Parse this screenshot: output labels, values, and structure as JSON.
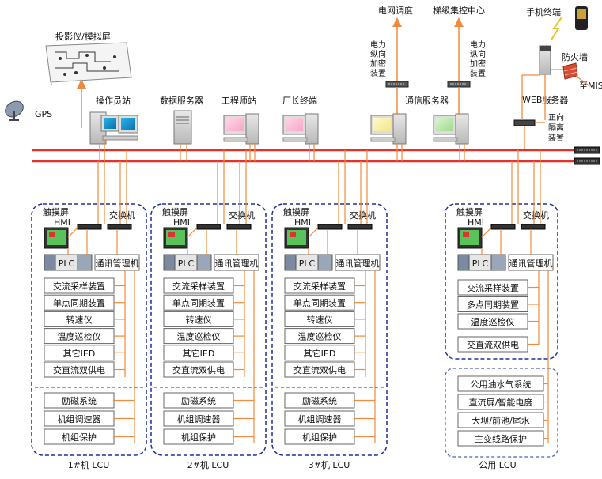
{
  "top": {
    "projector": "投影仪/模拟屏",
    "gps": "GPS",
    "operator": "操作员站",
    "data_server": "数据服务器",
    "engineer": "工程师站",
    "factory": "厂长终端",
    "comm_server": "通信服务器",
    "grid_dispatch": "电网调度",
    "cascade_center": "梯级集控中心",
    "power_encrypt_1": [
      "电力",
      "纵向",
      "加密",
      "装置"
    ],
    "power_encrypt_2": [
      "电力",
      "纵向",
      "加密",
      "装置"
    ],
    "mobile": "手机终端",
    "firewall": "防火墙",
    "to_mis": "至MIS",
    "web_server": "WEB服务器",
    "forward_isolation": [
      "正向",
      "隔离",
      "装置"
    ]
  },
  "units": [
    {
      "touchscreen": "触摸屏",
      "hmi": "HMI",
      "switch": "交换机",
      "plc": "PLC",
      "comm_manager": "通讯管理机",
      "modules_a": [
        "交流采样装置",
        "单点同期装置",
        "转速仪",
        "温度巡检仪",
        "其它IED",
        "交直流双供电"
      ],
      "modules_b": [
        "励磁系统",
        "机组调速器",
        "机组保护"
      ],
      "name": "1#机 LCU"
    },
    {
      "touchscreen": "触摸屏",
      "hmi": "HMI",
      "switch": "交换机",
      "plc": "PLC",
      "comm_manager": "通讯管理机",
      "modules_a": [
        "交流采样装置",
        "单点同期装置",
        "转速仪",
        "温度巡检仪",
        "其它IED",
        "交直流双供电"
      ],
      "modules_b": [
        "励磁系统",
        "机组调速器",
        "机组保护"
      ],
      "name": "2#机 LCU"
    },
    {
      "touchscreen": "触摸屏",
      "hmi": "HMI",
      "switch": "交换机",
      "plc": "PLC",
      "comm_manager": "通讯管理机",
      "modules_a": [
        "交流采样装置",
        "单点同期装置",
        "转速仪",
        "温度巡检仪",
        "其它IED",
        "交直流双供电"
      ],
      "modules_b": [
        "励磁系统",
        "机组调速器",
        "机组保护"
      ],
      "name": "3#机 LCU"
    }
  ],
  "common": {
    "touchscreen": "触摸屏",
    "hmi": "HMI",
    "switch": "交换机",
    "plc": "PLC",
    "comm_manager": "通讯管理机",
    "modules_a": [
      "交流采样装置",
      "多点同期装置",
      "温度巡检仪",
      "交直流双供电"
    ],
    "modules_b": [
      "公用油水气系统",
      "直流屏/智能电度",
      "大坝/前池/尾水",
      "主变线路保护"
    ],
    "name": "公用 LCU"
  },
  "colors": {
    "network_red": "#e8302a",
    "link_orange": "#f08a3c",
    "dashed_blue": "#1f2f9e",
    "common_dash": "#4a5fb0"
  }
}
